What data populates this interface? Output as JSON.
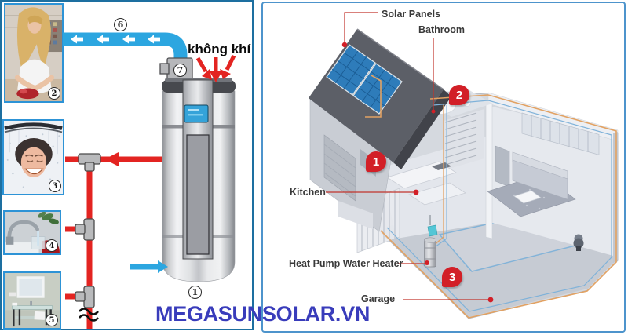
{
  "watermark": "MEGASUNSOLAR.VN",
  "colors": {
    "brand-blue": "#393cbb",
    "pipe-red": "#e32421",
    "pipe-blue": "#2ca6e0",
    "badge-red": "#d21f27",
    "line-red": "#c2342c",
    "label-ink": "#3a3a3a",
    "panel-border-left": "#1d6fa0",
    "panel-border-right": "#4d94cc",
    "photo-border": "#2d93d6"
  },
  "left_panel": {
    "air_label": "không khí",
    "marker_tank": "1",
    "marker_washing": "2",
    "marker_shower": "3",
    "marker_sink": "4",
    "marker_vanity": "5",
    "marker_pipe": "6",
    "marker_valve": "7"
  },
  "right_panel": {
    "labels": {
      "solar_panels": "Solar Panels",
      "bathroom": "Bathroom",
      "kitchen": "Kitchen",
      "heat_pump": "Heat Pump Water Heater",
      "garage": "Garage"
    },
    "badge_kitchen": "1",
    "badge_bathroom": "2",
    "badge_heater": "3"
  }
}
